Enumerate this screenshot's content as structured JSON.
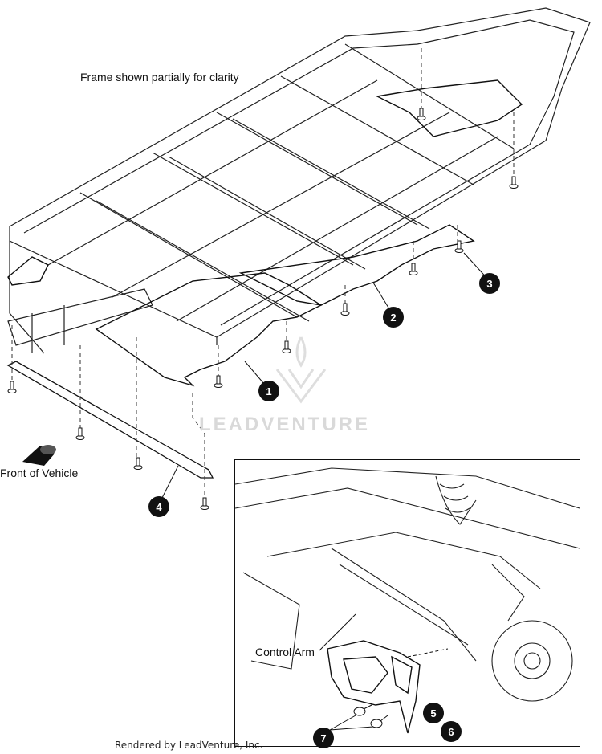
{
  "labels": {
    "frame_note": "Frame shown partially for clarity",
    "front_of_vehicle": "Front of Vehicle",
    "control_arm": "Control Arm",
    "credit": "Rendered by LeadVenture, Inc.",
    "watermark": "LEADVENTURE"
  },
  "callouts": [
    "1",
    "2",
    "3",
    "4",
    "5",
    "6",
    "7"
  ]
}
